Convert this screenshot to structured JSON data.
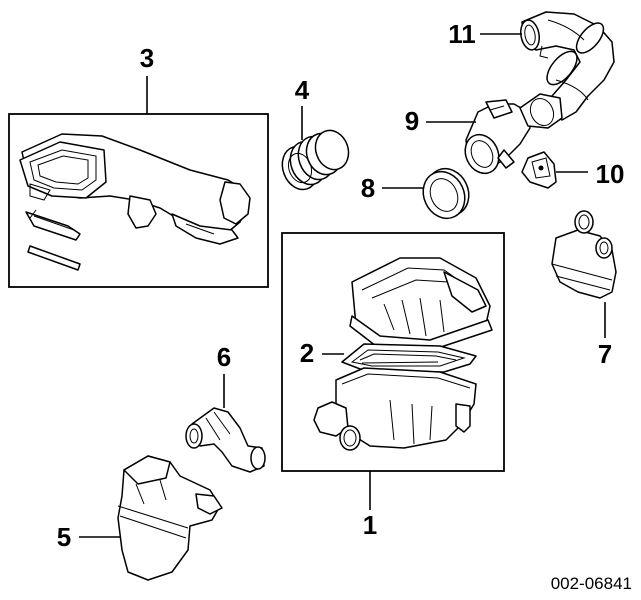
{
  "diagram": {
    "reference_number": "002-06841",
    "callouts": {
      "c1": "1",
      "c2": "2",
      "c3": "3",
      "c4": "4",
      "c5": "5",
      "c6": "6",
      "c7": "7",
      "c8": "8",
      "c9": "9",
      "c10": "10",
      "c11": "11"
    }
  }
}
